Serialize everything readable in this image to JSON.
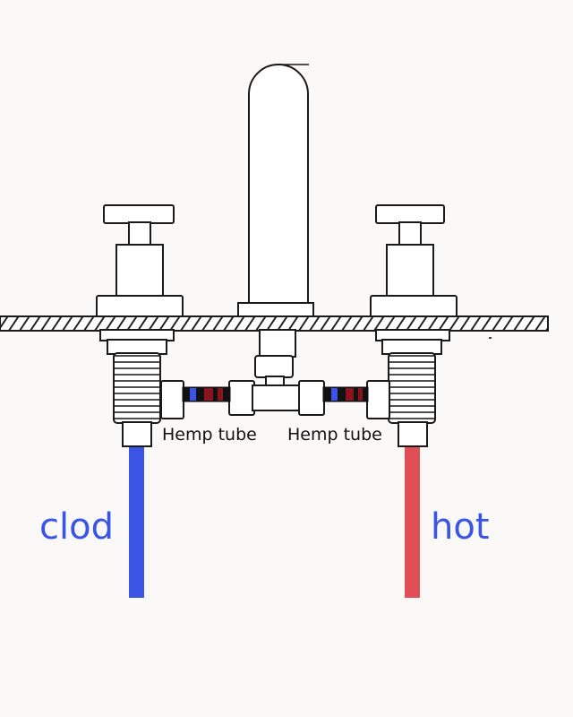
{
  "labels": {
    "hemp_left": "Hemp tube",
    "hemp_right": "Hemp tube",
    "cold": "clod",
    "hot": "hot"
  },
  "colors": {
    "cold": "#3a55e6",
    "hot": "#e04f55",
    "hemp_dark": "#111111",
    "hemp_red": "#8a1520"
  }
}
